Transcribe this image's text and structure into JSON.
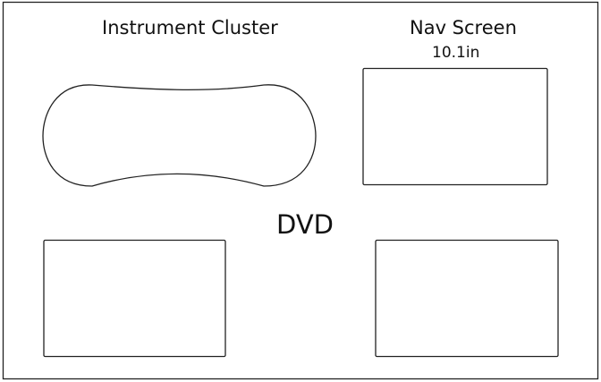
{
  "instrument_cluster": {
    "title": "Instrument Cluster"
  },
  "nav_screen": {
    "title": "Nav Screen",
    "size": "10.1in"
  },
  "dvd": {
    "label": "DVD"
  }
}
